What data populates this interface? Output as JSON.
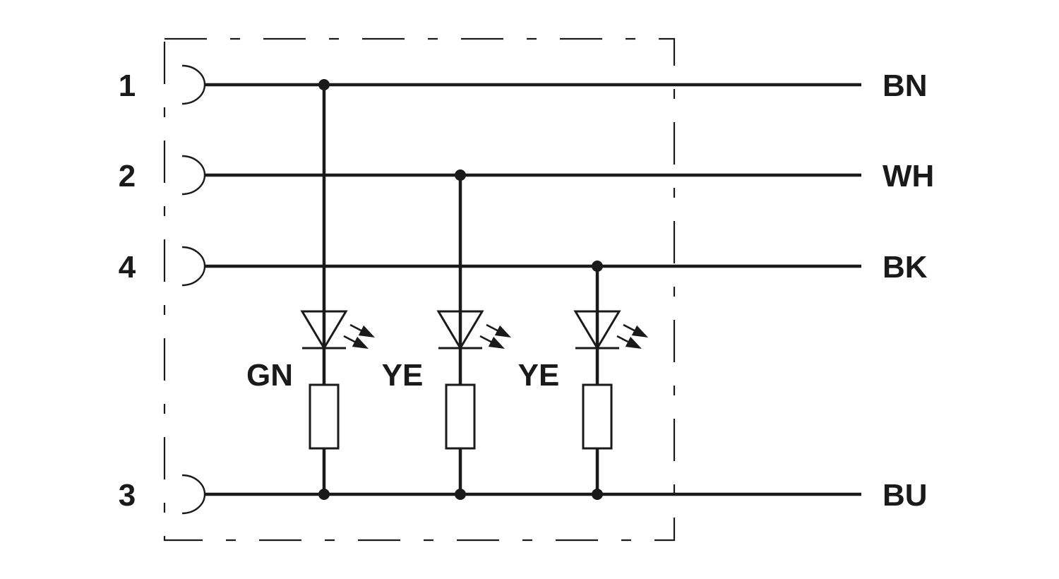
{
  "diagram": {
    "type": "wiring schematic",
    "pins": [
      {
        "number": "1",
        "wire_color": "BN"
      },
      {
        "number": "2",
        "wire_color": "WH"
      },
      {
        "number": "4",
        "wire_color": "BK"
      },
      {
        "number": "3",
        "wire_color": "BU"
      }
    ],
    "leds": [
      {
        "color_label": "GN",
        "anode_pin": "1",
        "cathode_pin": "3"
      },
      {
        "color_label": "YE",
        "anode_pin": "2",
        "cathode_pin": "3"
      },
      {
        "color_label": "YE",
        "anode_pin": "4",
        "cathode_pin": "3"
      }
    ],
    "line_color": "#1a1a1a",
    "background": "#ffffff"
  }
}
